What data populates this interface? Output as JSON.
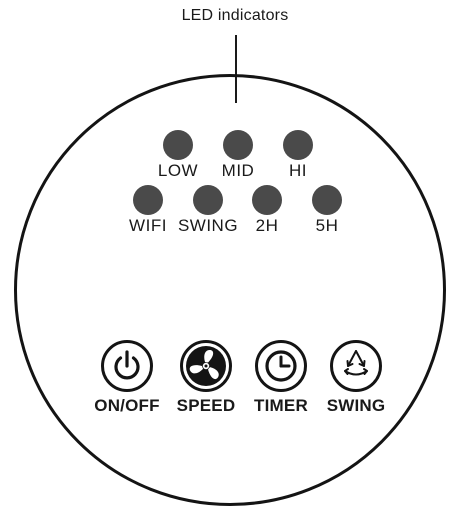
{
  "callout": {
    "label": "LED indicators"
  },
  "leds": [
    {
      "label": "LOW"
    },
    {
      "label": "MID"
    },
    {
      "label": "HI"
    },
    {
      "label": "WIFI"
    },
    {
      "label": "SWING"
    },
    {
      "label": "2H"
    },
    {
      "label": "5H"
    }
  ],
  "buttons": [
    {
      "label": "ON/OFF",
      "icon": "power-icon"
    },
    {
      "label": "SPEED",
      "icon": "fan-icon"
    },
    {
      "label": "TIMER",
      "icon": "clock-icon"
    },
    {
      "label": "SWING",
      "icon": "oscillation-icon"
    }
  ],
  "colors": {
    "led": "#4a4a4a",
    "outline": "#141414"
  }
}
